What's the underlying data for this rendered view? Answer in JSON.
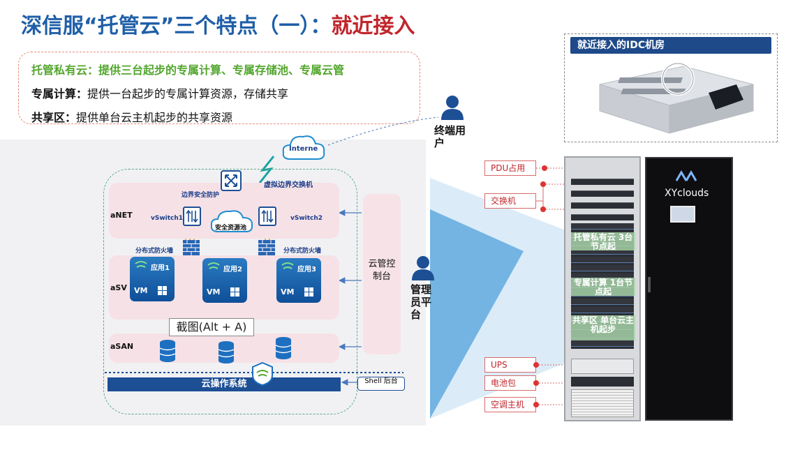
{
  "title": {
    "main": "深信服“托管云”三个特点（一）：",
    "highlight": "就近接入"
  },
  "features": {
    "line1": "托管私有云：提供三台起步的专属计算、专属存储池、专属云管",
    "line2_label": "专属计算：",
    "line2_text": "提供一台起步的专属计算资源，存储共享",
    "line3_label": "共享区：",
    "line3_text": "提供单台云主机起步的共享资源"
  },
  "diagram": {
    "internet": "Interne",
    "border_security": "边界安全防护",
    "virtual_border_switch": "虚拟边界交换机",
    "anet": "aNET",
    "vswitch1": "vSwitch1",
    "vswitch2": "vSwitch2",
    "security_pool": "安全资源池",
    "dist_fw_left": "分布式防火墙",
    "dist_fw_right": "分布式防火墙",
    "asv": "aSV",
    "apps": [
      "应用1",
      "应用2",
      "应用3"
    ],
    "vm_label": "VM",
    "asan": "aSAN",
    "cloud_os": "云操作系统",
    "shell": "Shell 后台",
    "cloud_console": "云管控制台",
    "end_user": "终端用户",
    "admin_platform": "管理员平台",
    "screenshot_tooltip": "截图(Alt + A)"
  },
  "idc": {
    "header": "就近接入的IDC机房"
  },
  "rack": {
    "labels": [
      "PDU占用",
      "交换机",
      "UPS",
      "电池包",
      "空调主机"
    ],
    "green_tags": [
      "托管私有云 3台节点起",
      "专属计算 1台节点起",
      "共享区 单台云主机起步"
    ],
    "brand": "XYclouds"
  },
  "colors": {
    "title_blue": "#1f5fa8",
    "title_red": "#c0262c",
    "green": "#52a62d",
    "navy": "#1d4f95"
  }
}
